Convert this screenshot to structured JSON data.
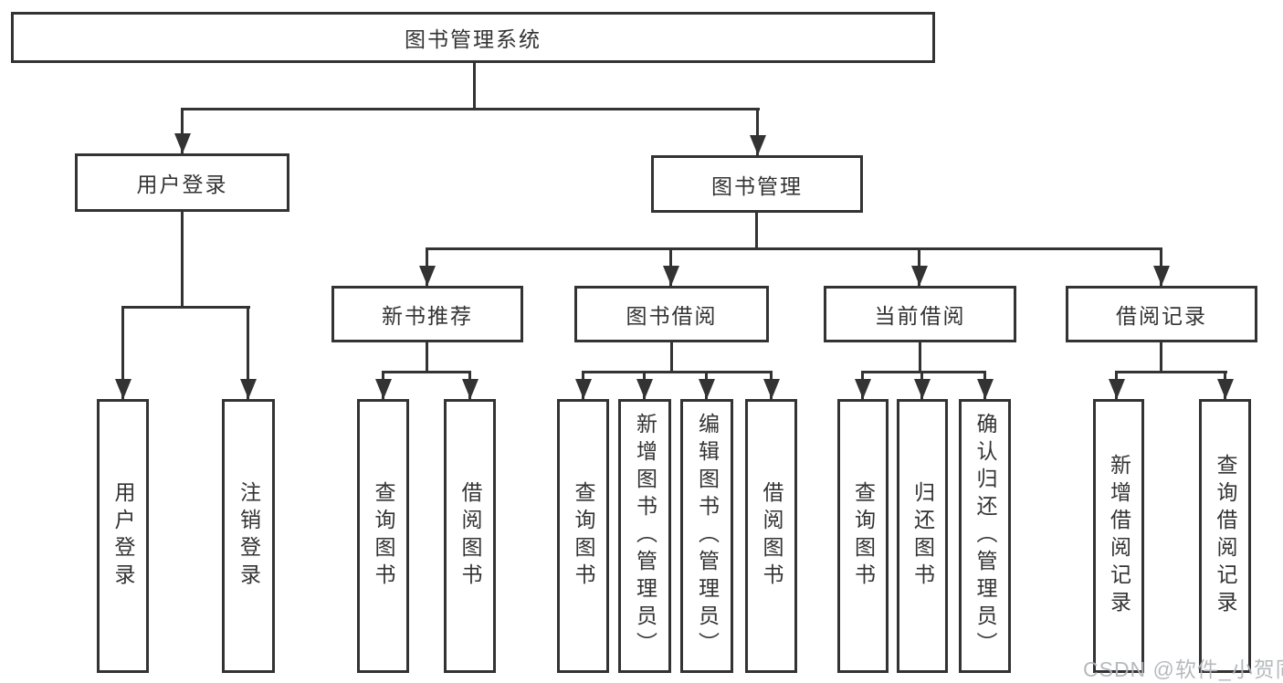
{
  "root_label": "图书管理系统",
  "branches": {
    "user_login": {
      "label": "用户登录",
      "children": [
        "用户登录",
        "注销登录"
      ]
    },
    "book_mgmt": {
      "label": "图书管理"
    },
    "new_books": {
      "label": "新书推荐",
      "children": [
        "查询图书",
        "借阅图书"
      ]
    },
    "book_borrow": {
      "label": "图书借阅",
      "children": [
        "查询图书",
        "新增图书（管理员）",
        "编辑图书（管理员）",
        "借阅图书"
      ]
    },
    "current_borrow": {
      "label": "当前借阅",
      "children": [
        "查询图书",
        "归还图书",
        "确认归还（管理员）"
      ]
    },
    "borrow_records": {
      "label": "借阅记录",
      "children": [
        "新增借阅记录",
        "查询借阅记录"
      ]
    }
  },
  "watermark": "CSDN @软件_小贺同学",
  "colors": {
    "line": "#333333",
    "text": "#333333",
    "background": "#ffffff",
    "watermark": "#b2b6ba"
  }
}
